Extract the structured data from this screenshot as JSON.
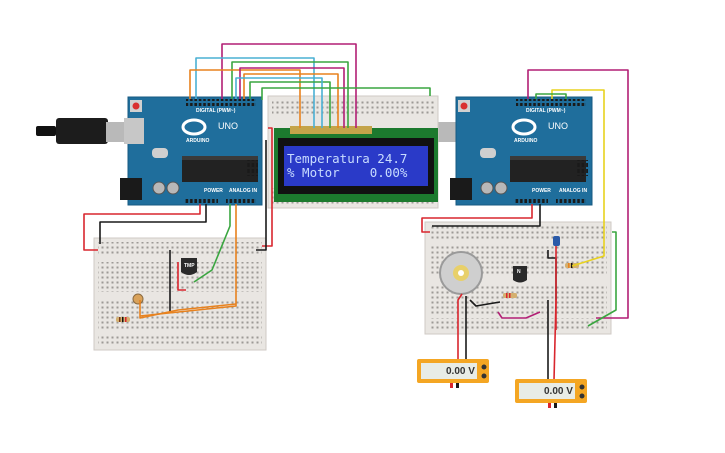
{
  "lcd": {
    "line1": "Temperatura 24.7",
    "line2": "% Motor    0.00%"
  },
  "boards": {
    "left": {
      "model": "UNO",
      "brand": "ARDUINO",
      "digital_header": "DIGITAL (PWM~)",
      "power_header": "POWER",
      "analog_header": "ANALOG IN"
    },
    "right": {
      "model": "UNO",
      "brand": "ARDUINO",
      "digital_header": "DIGITAL (PWM~)",
      "power_header": "POWER",
      "analog_header": "ANALOG IN"
    }
  },
  "sensor": {
    "label": "TMP"
  },
  "transistor": {
    "label": "N"
  },
  "meters": {
    "left": {
      "value": "0.00 V"
    },
    "right": {
      "value": "0.00 V"
    }
  },
  "colors": {
    "arduino": "#1f6e9c",
    "breadboard": "#e9e6e2",
    "lcd_screen": "#2a3ac8",
    "lcd_pcb": "#1c7a2e",
    "meter": "#f4a623",
    "wire_red": "#d9262e",
    "wire_black": "#1a1a1a",
    "wire_magenta": "#b21f75",
    "wire_green": "#3aa640",
    "wire_orange": "#e8821e",
    "wire_cyan": "#4ab0d4",
    "wire_yellow": "#e8d21e"
  }
}
